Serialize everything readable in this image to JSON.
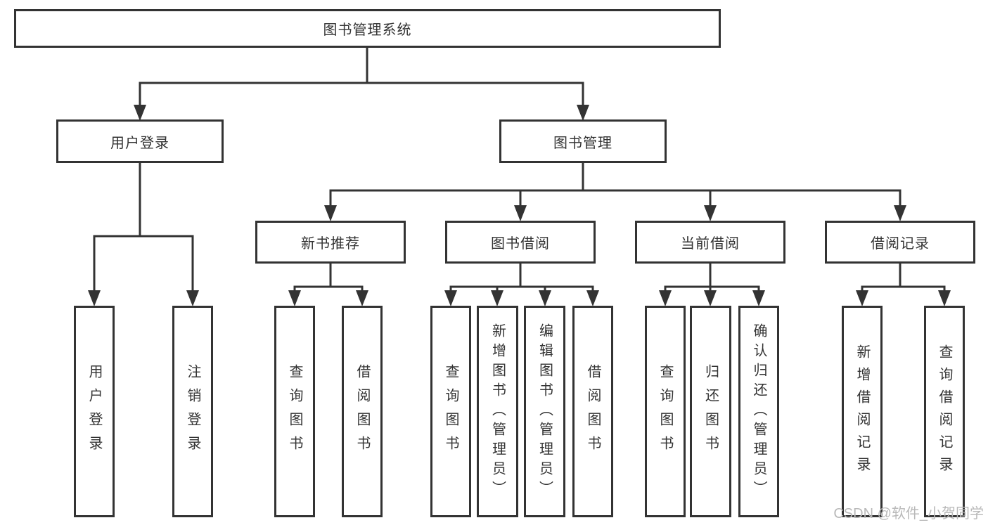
{
  "diagram": {
    "tree": {
      "root": {
        "label": "图书管理系统",
        "children": [
          {
            "label": "用户登录",
            "children": [
              {
                "label": "用户登录"
              },
              {
                "label": "注销登录"
              }
            ]
          },
          {
            "label": "图书管理",
            "children": [
              {
                "label": "新书推荐",
                "children": [
                  {
                    "label": "查询图书"
                  },
                  {
                    "label": "借阅图书"
                  }
                ]
              },
              {
                "label": "图书借阅",
                "children": [
                  {
                    "label": "查询图书"
                  },
                  {
                    "label": "新增图书（管理员）"
                  },
                  {
                    "label": "编辑图书（管理员）"
                  },
                  {
                    "label": "借阅图书"
                  }
                ]
              },
              {
                "label": "当前借阅",
                "children": [
                  {
                    "label": "查询图书"
                  },
                  {
                    "label": "归还图书"
                  },
                  {
                    "label": "确认归还（管理员）"
                  }
                ]
              },
              {
                "label": "借阅记录",
                "children": [
                  {
                    "label": "新增借阅记录"
                  },
                  {
                    "label": "查询借阅记录"
                  }
                ]
              }
            ]
          }
        ]
      }
    }
  },
  "watermark": {
    "text": "CSDN @软件_小贺同学"
  },
  "colors": {
    "line": "#333333",
    "text": "#333333",
    "watermark": "#b9b9b9",
    "background": "#ffffff"
  }
}
